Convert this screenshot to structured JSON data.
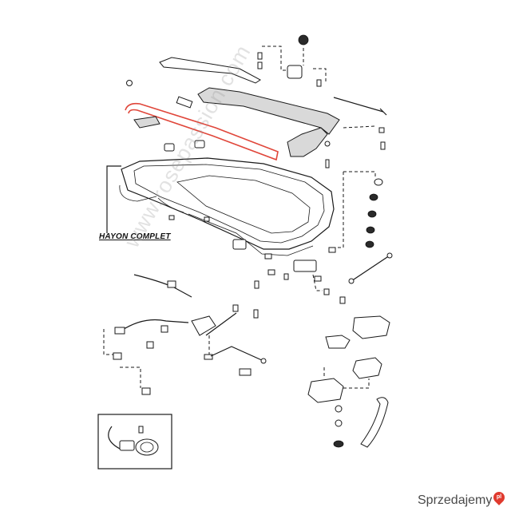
{
  "diagram": {
    "assembly_label": "HAYON COMPLET"
  },
  "watermark": {
    "text": "www.rosepassion.com"
  },
  "logo": {
    "brand": "Sprzedajemy",
    "pin_text": "pl"
  },
  "colors": {
    "highlight": "#e0463a",
    "line": "#1a1a1a",
    "logo_text": "#4a4a4a",
    "logo_pin": "#e03a2e"
  }
}
